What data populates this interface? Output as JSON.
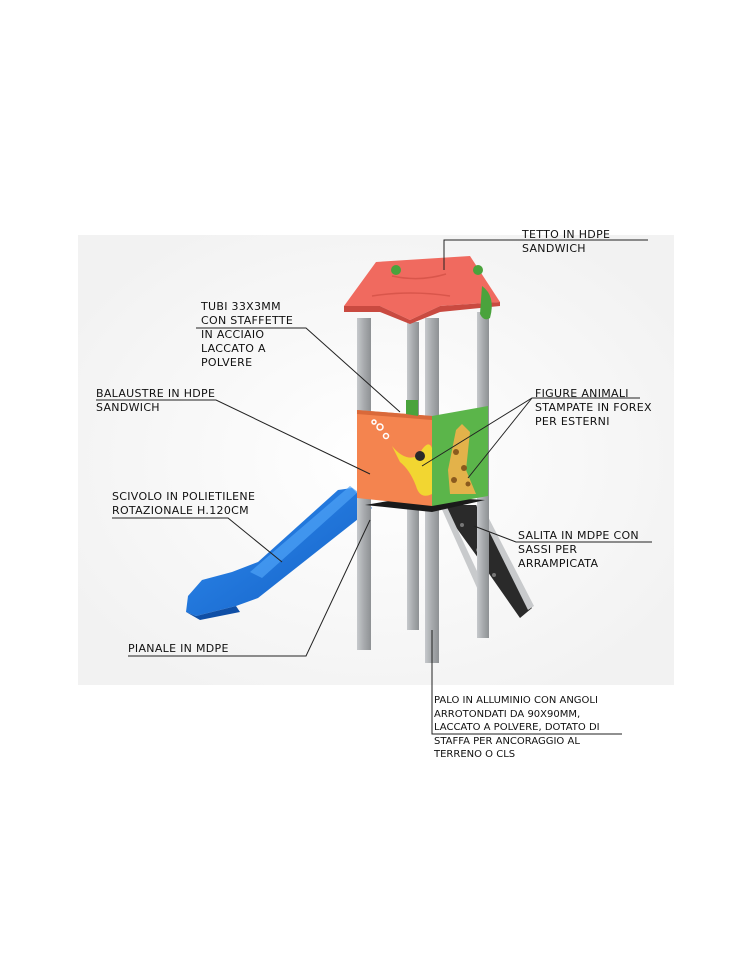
{
  "labels": {
    "roof": [
      "TETTO IN HDPE",
      "SANDWICH"
    ],
    "tubes": [
      "TUBI 33X3MM",
      "CON STAFFETTE",
      "IN ACCIAIO",
      "LACCATO A",
      "POLVERE"
    ],
    "balustrades": [
      "BALAUSTRE IN HDPE",
      "SANDWICH"
    ],
    "animal_figures": [
      "FIGURE ANIMALI",
      "STAMPATE IN FOREX",
      "PER ESTERNI"
    ],
    "slide": [
      "SCIVOLO IN POLIETILENE",
      "ROTAZIONALE H.120CM"
    ],
    "climb": [
      "SALITA IN MDPE CON",
      "SASSI PER",
      "ARRAMPICATA"
    ],
    "platform": [
      "PIANALE IN MDPE"
    ],
    "pole": [
      "PALO IN ALLUMINIO CON ANGOLI",
      "ARROTONDATI DA 90X90MM,",
      "LACCATO A POLVERE, DOTATO DI",
      "STAFFA PER ANCORAGGIO AL",
      "TERRENO O CLS"
    ]
  },
  "colors": {
    "roof": "#f06a5f",
    "panel_orange": "#f4844f",
    "panel_green": "#5bb54a",
    "slide": "#1e78e0",
    "post": "#a9acaf",
    "climb": "#2a2a2a",
    "leader": "#222222"
  }
}
